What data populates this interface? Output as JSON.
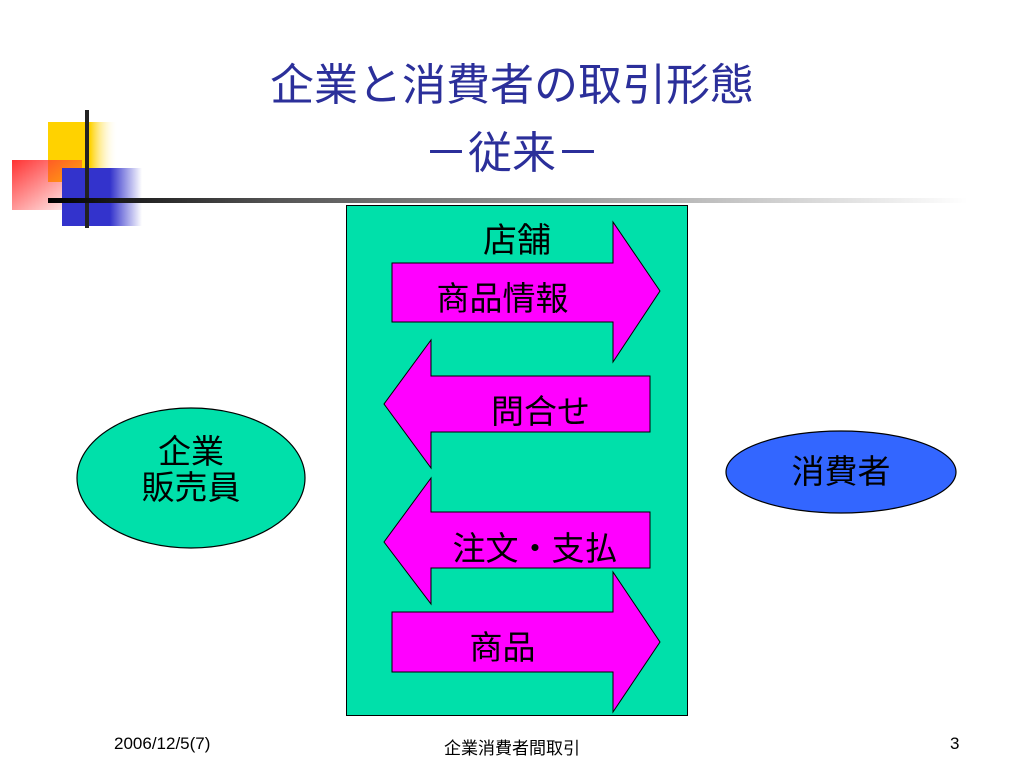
{
  "title": {
    "line1": "企業と消費者の取引形態",
    "line2": "－従来－"
  },
  "store": {
    "label": "店舗"
  },
  "arrows": [
    {
      "label": "商品情報",
      "direction": "right"
    },
    {
      "label": "問合せ",
      "direction": "left"
    },
    {
      "label": "注文・支払",
      "direction": "left"
    },
    {
      "label": "商品",
      "direction": "right"
    }
  ],
  "seller": {
    "line1": "企業",
    "line2": "販売員"
  },
  "consumer": {
    "label": "消費者"
  },
  "footer": {
    "date": "2006/12/5(7)",
    "course": "企業消費者間取引",
    "page": "3"
  },
  "colors": {
    "title": "#2b2f9a",
    "store": "#00e0aa",
    "arrow": "#ff00ff",
    "seller_oval": "#00e0aa",
    "consumer_oval": "#3366ff",
    "deco_yellow": "#ffd200",
    "deco_red": "#ff3333",
    "deco_blue": "#3333cc"
  }
}
